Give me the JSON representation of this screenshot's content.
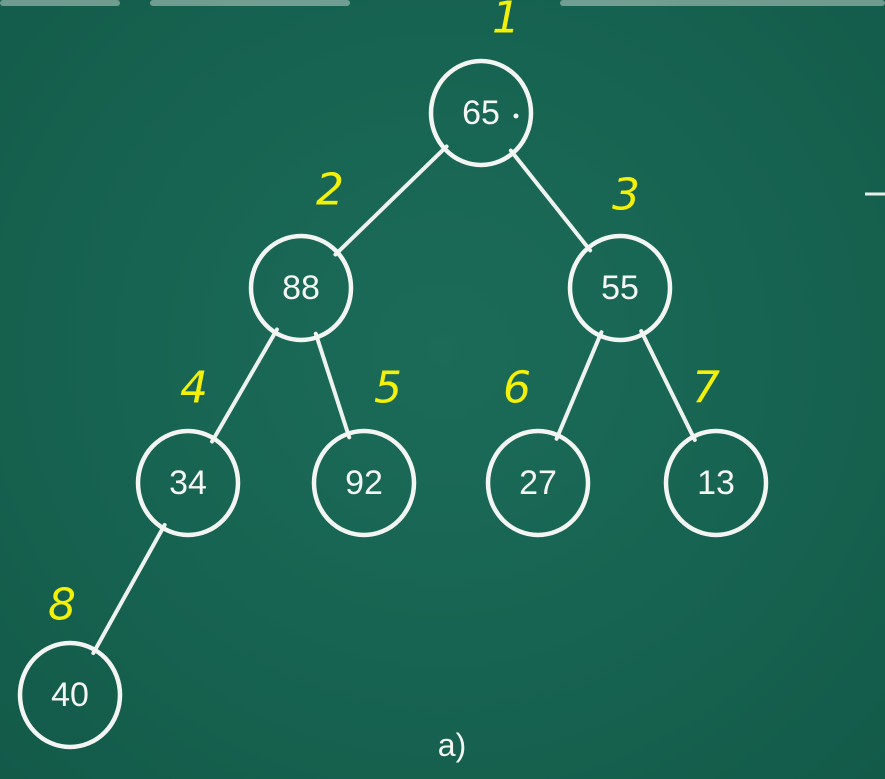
{
  "diagram": {
    "caption": "a)",
    "nodes": [
      {
        "id": "n1",
        "value": "65",
        "index": "1"
      },
      {
        "id": "n2",
        "value": "88",
        "index": "2"
      },
      {
        "id": "n3",
        "value": "55",
        "index": "3"
      },
      {
        "id": "n4",
        "value": "34",
        "index": "4"
      },
      {
        "id": "n5",
        "value": "92",
        "index": "5"
      },
      {
        "id": "n6",
        "value": "27",
        "index": "6"
      },
      {
        "id": "n7",
        "value": "13",
        "index": "7"
      },
      {
        "id": "n8",
        "value": "40",
        "index": "8"
      }
    ],
    "edges": [
      {
        "from": "n1",
        "to": "n2"
      },
      {
        "from": "n1",
        "to": "n3"
      },
      {
        "from": "n2",
        "to": "n4"
      },
      {
        "from": "n2",
        "to": "n5"
      },
      {
        "from": "n3",
        "to": "n6"
      },
      {
        "from": "n3",
        "to": "n7"
      },
      {
        "from": "n4",
        "to": "n8"
      }
    ],
    "colors": {
      "background": "#176351",
      "chalk": "#f2f5f1",
      "annotation": "#f3f00a"
    }
  }
}
